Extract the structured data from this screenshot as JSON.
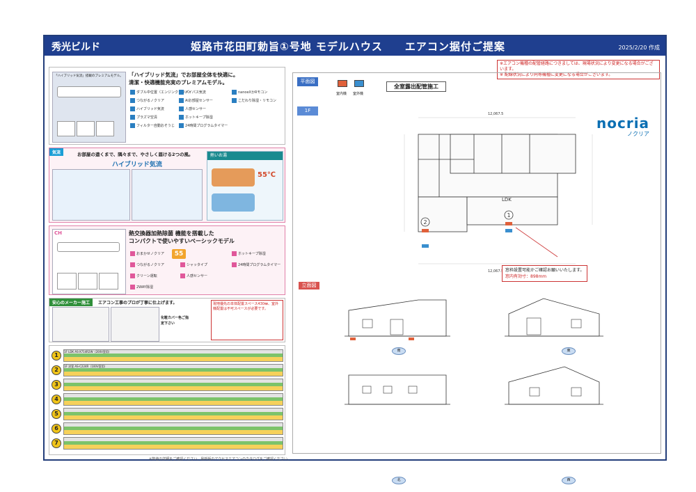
{
  "header": {
    "brand": "秀光ビルド",
    "title": "姫路市花田町勅旨①号地 モデルハウス　　エアコン据付ご提案",
    "date": "2025/2/20 作成"
  },
  "notice": [
    "※エアコン機種の配管経路につきましては、現場状況により変更になる場合がございます。",
    "※ 配線状況により同等機種に変更になる場合がございます。"
  ],
  "panel1": {
    "headline": "「ハイブリッド気流」でお部屋全体を快適に。",
    "sub": "清潔・快適機能充実のプレミアムモデル。",
    "product_caption": "「ハイブリッド気流」搭載のプレミアムモデル。",
    "features": [
      "ダブル中位置（エンジンクラウド）",
      "つながるノクリア",
      "ハイブリッド気流",
      "プラズマ空清",
      "フィルター自動おそうじ",
      "パイパス気流",
      "AIお部屋センサー",
      "人感センサー",
      "ホットキープ除湿",
      "24時間プログラムタイマー",
      "nanoeXかRモコン",
      "こだわり除湿・リモコン"
    ]
  },
  "panel2": {
    "tag": "気流",
    "headline": "お部屋の遠くまで、隅々まで、やさしく届ける2つの風。",
    "hybrid": "ハイブリッド気流",
    "right_tag": "熱いお湯",
    "temp": "55℃"
  },
  "panel3": {
    "series": "CH",
    "headline1": "熱交換器加熱除菌 機能を搭載した",
    "headline2": "コンパクトで使いやすいベーシックモデル",
    "badge": "55",
    "features": [
      "おまかせノクリア",
      "つながるノクリア",
      "クリーン運転",
      "2WAY除湿",
      "シャッタイプ",
      "人感センサー",
      "ホットキープ除湿",
      "24時間プログラムタイマー"
    ]
  },
  "panel4": {
    "tag": "安心のメーカー施工",
    "headline": "エアコン工事のプロが丁寧に仕上げます。",
    "label_cover": "化粧カバー色ご指定下さい",
    "redbox": "現地優先の本体配置スペース430㎜、室外機配置は不可スペースが必要です。"
  },
  "specs": [
    {
      "num": "1",
      "room": "1F LDK",
      "model": "AS-X714R2W（200V室用）"
    },
    {
      "num": "2",
      "room": "1F 洋室",
      "model": "AS-C224R（100V室用）"
    },
    {
      "num": "3",
      "room": "",
      "model": ""
    },
    {
      "num": "4",
      "room": "",
      "model": ""
    },
    {
      "num": "5",
      "room": "",
      "model": ""
    },
    {
      "num": "6",
      "room": "",
      "model": ""
    },
    {
      "num": "7",
      "room": "",
      "model": ""
    }
  ],
  "footnote": "※数値の詳細をご確認ください。最新版のアクセスエアコンのカタログをご確認ください。",
  "plan": {
    "tab_plan": "平面図",
    "tab_floor": "1F",
    "tab_elev": "立面図",
    "legend_indoor": "室内機",
    "legend_outdoor": "室外機",
    "title": "全室露出配管施工",
    "logo": "nocria",
    "logo_sub": "ノクリア",
    "ldk_label": "LDK",
    "callout1": "窓枠設置可能かご確認お願いいたします。",
    "callout2": "窓内有効寸：898mm",
    "dim_top": "12,067.5",
    "dim_bottom": "12,067.5"
  },
  "elevations": {
    "south": "南",
    "east": "東",
    "north": "北",
    "west": "西"
  },
  "colors": {
    "header": "#1f3f8f",
    "indoor": "#e0603a",
    "outdoor": "#3a8fcf",
    "accent_red": "#c33333"
  }
}
